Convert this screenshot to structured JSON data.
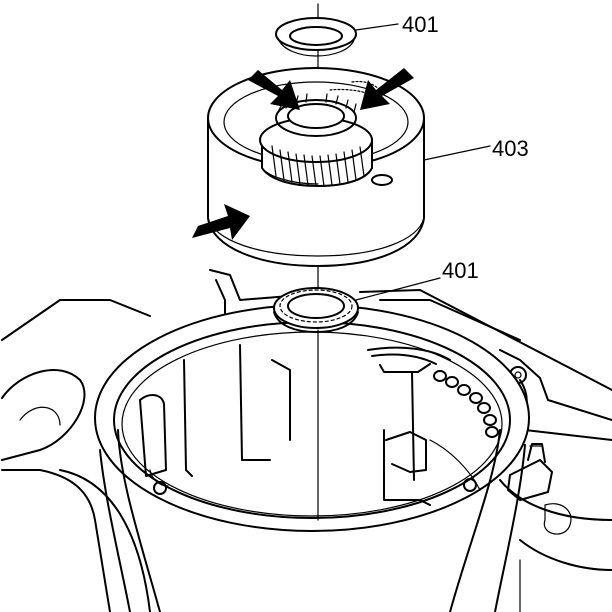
{
  "figure": {
    "callouts": {
      "washer_top": "401",
      "housing": "403",
      "washer_bottom": "401"
    },
    "arrow_count": 3,
    "colors": {
      "ink": "#000000",
      "paper": "#ffffff"
    }
  }
}
